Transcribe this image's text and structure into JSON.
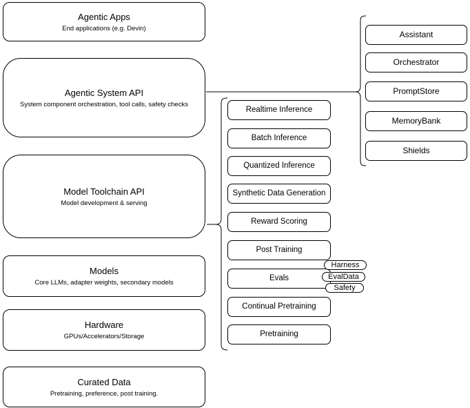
{
  "diagram": {
    "left_stack": [
      {
        "title": "Agentic Apps",
        "subtitle": "End applications (e.g. Devin)"
      },
      {
        "title": "Agentic System API",
        "subtitle": "System component orchestration, tool calls, safety checks"
      },
      {
        "title": "Model Toolchain API",
        "subtitle": "Model development & serving"
      },
      {
        "title": "Models",
        "subtitle": "Core LLMs, adapter weights, secondary models"
      },
      {
        "title": "Hardware",
        "subtitle": "GPUs/Accelerators/Storage"
      },
      {
        "title": "Curated Data",
        "subtitle": "Pretraining, preference, post training."
      }
    ],
    "toolchain_items": [
      {
        "label": "Realtime Inference"
      },
      {
        "label": "Batch Inference"
      },
      {
        "label": "Quantized Inference"
      },
      {
        "label": "Synthetic Data Generation"
      },
      {
        "label": "Reward Scoring"
      },
      {
        "label": "Post Training"
      },
      {
        "label": "Evals"
      },
      {
        "label": "Continual Pretraining"
      },
      {
        "label": "Pretraining"
      }
    ],
    "evals_tags": [
      {
        "label": "Harness"
      },
      {
        "label": "EvalData"
      },
      {
        "label": "Safety"
      }
    ],
    "system_components": [
      {
        "label": "Assistant"
      },
      {
        "label": "Orchestrator"
      },
      {
        "label": "PromptStore"
      },
      {
        "label": "MemoryBank"
      },
      {
        "label": "Shields"
      }
    ],
    "colors": {
      "stroke": "#000000",
      "fill": "#ffffff",
      "text": "#000000",
      "background": "#ffffff"
    }
  }
}
